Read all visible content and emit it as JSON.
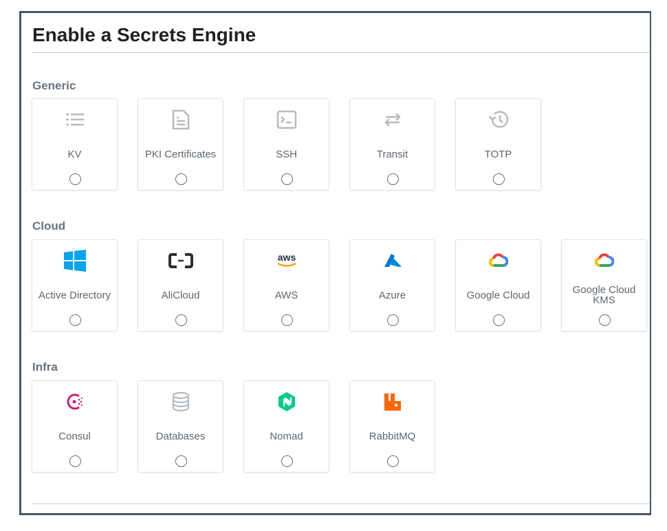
{
  "title": "Enable a Secrets Engine",
  "sections": [
    {
      "label": "Generic",
      "items": [
        {
          "label": "KV",
          "icon": "list-icon"
        },
        {
          "label": "PKI Certificates",
          "icon": "file-text-icon"
        },
        {
          "label": "SSH",
          "icon": "terminal-icon"
        },
        {
          "label": "Transit",
          "icon": "arrows-exchange-icon"
        },
        {
          "label": "TOTP",
          "icon": "history-icon"
        }
      ]
    },
    {
      "label": "Cloud",
      "items": [
        {
          "label": "Active Directory",
          "icon": "windows-logo-icon"
        },
        {
          "label": "AliCloud",
          "icon": "alicloud-logo-icon"
        },
        {
          "label": "AWS",
          "icon": "aws-logo-icon"
        },
        {
          "label": "Azure",
          "icon": "azure-logo-icon"
        },
        {
          "label": "Google Cloud",
          "icon": "google-cloud-logo-icon"
        },
        {
          "label": "Google Cloud KMS",
          "icon": "google-cloud-logo-icon"
        }
      ]
    },
    {
      "label": "Infra",
      "items": [
        {
          "label": "Consul",
          "icon": "consul-logo-icon"
        },
        {
          "label": "Databases",
          "icon": "database-icon"
        },
        {
          "label": "Nomad",
          "icon": "nomad-logo-icon"
        },
        {
          "label": "RabbitMQ",
          "icon": "rabbitmq-logo-icon"
        }
      ]
    }
  ],
  "aws_logo_text": "aws",
  "colors": {
    "windows": "#00a4ef",
    "azure": "#0078d4",
    "consul": "#ca2171",
    "nomad": "#00ca8e",
    "rabbitmq": "#ff6600",
    "gray_icon": "#b5bac1"
  }
}
